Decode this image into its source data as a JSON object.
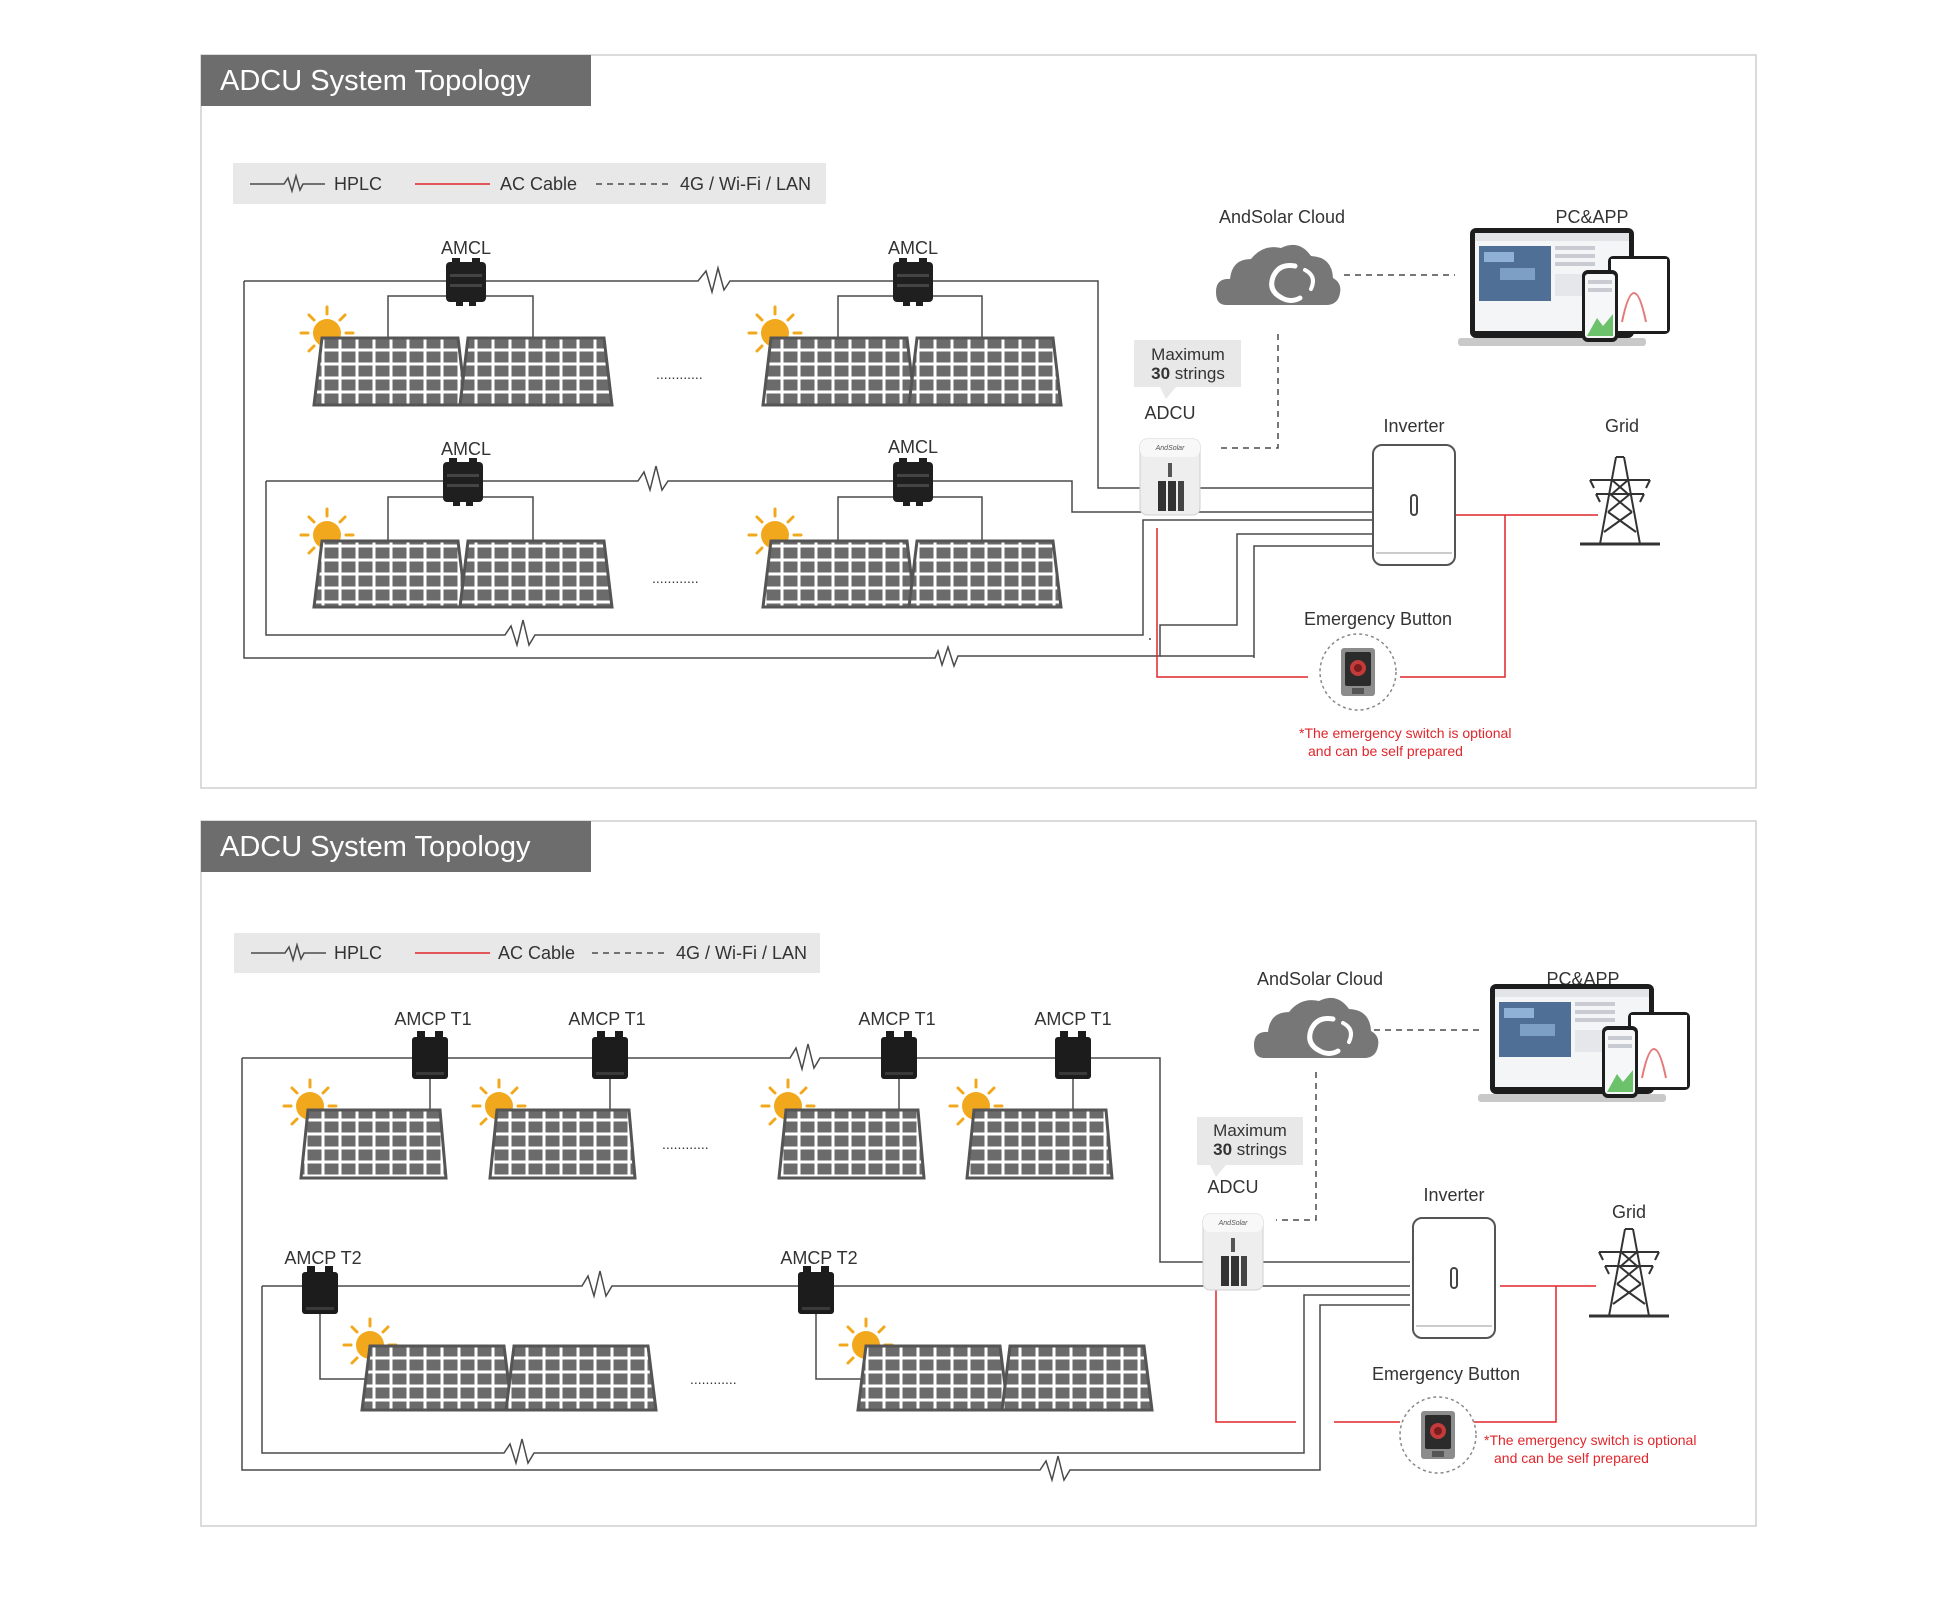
{
  "panels": [
    {
      "title": "ADCU System Topology",
      "legend": {
        "hplc": "HPLC",
        "ac": "AC Cable",
        "wireless": "4G / Wi-Fi / LAN"
      },
      "cloud_label": "AndSolar Cloud",
      "pc_label": "PC&APP",
      "max_line1": "Maximum",
      "max_line2_bold": "30",
      "max_line2_rest": "strings",
      "adcu_label": "ADCU",
      "inverter_label": "Inverter",
      "grid_label": "Grid",
      "emergency_label": "Emergency Button",
      "note_line1": "*The emergency switch is optional",
      "note_line2": "and can be self prepared",
      "ellipsis": "............",
      "device_labels": [
        "AMCL",
        "AMCL",
        "AMCL",
        "AMCL"
      ]
    },
    {
      "title": "ADCU System Topology",
      "legend": {
        "hplc": "HPLC",
        "ac": "AC Cable",
        "wireless": "4G / Wi-Fi / LAN"
      },
      "cloud_label": "AndSolar Cloud",
      "pc_label": "PC&APP",
      "max_line1": "Maximum",
      "max_line2_bold": "30",
      "max_line2_rest": "strings",
      "adcu_label": "ADCU",
      "inverter_label": "Inverter",
      "grid_label": "Grid",
      "emergency_label": "Emergency Button",
      "note_line1": "*The emergency switch is optional",
      "note_line2": "and can be self prepared",
      "ellipsis": "............",
      "device_labels": [
        "AMCP T1",
        "AMCP T1",
        "AMCP T1",
        "AMCP T1",
        "AMCP T2",
        "AMCP T2"
      ]
    }
  ],
  "colors": {
    "title_bg": "#6d6d6d",
    "title_text": "#ffffff",
    "legend_bg": "#e8e8e8",
    "line": "#4a4a4a",
    "ac_red": "#e0262b",
    "panel_fill": "#6b6b6b",
    "sun": "#f2a81d",
    "cloud": "#777777",
    "frame_border": "#cfcfcf"
  },
  "icons": [
    "sun-icon",
    "solar-panel-icon",
    "microinverter-icon",
    "cloud-icon",
    "laptop-phone-icon",
    "adcu-device-icon",
    "inverter-icon",
    "grid-tower-icon",
    "emergency-button-icon"
  ]
}
